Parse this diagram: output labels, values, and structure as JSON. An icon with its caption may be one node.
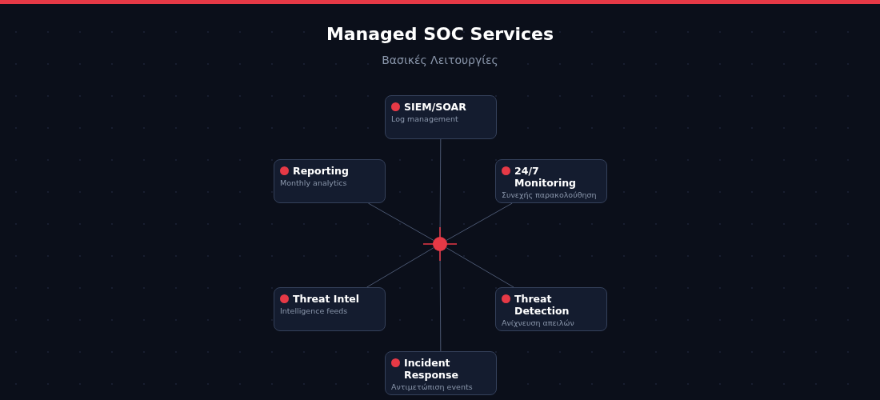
{
  "diagram": {
    "title": "Managed SOC Services",
    "caption": "Βασικές Λειτουργίες",
    "nodes": [
      {
        "text": [
          "SIEM/SOAR",
          "Log management"
        ]
      },
      {
        "text": [
          "Reporting",
          "Monthly analytics"
        ]
      },
      {
        "text": [
          "24/7 Monitoring",
          "Συνεχής παρακολούθηση"
        ]
      },
      {
        "text": [],
        "shape": "circle"
      },
      {
        "text": [
          "Threat Intel",
          "Intelligence feeds"
        ]
      },
      {
        "text": [
          "Threat Detection",
          "Ανίχνευση απειλών"
        ]
      },
      {
        "text": [
          "Incident Response",
          "Αντιμετώπιση events"
        ]
      }
    ],
    "edges": [
      {
        "from": 3,
        "to": 0,
        "arrow": "none"
      },
      {
        "from": 3,
        "to": 1,
        "arrow": "none"
      },
      {
        "from": 3,
        "to": 2,
        "arrow": "none"
      },
      {
        "from": 3,
        "to": 4,
        "arrow": "none"
      },
      {
        "from": 3,
        "to": 5,
        "arrow": "none"
      },
      {
        "from": 3,
        "to": 6,
        "arrow": "none"
      }
    ]
  }
}
